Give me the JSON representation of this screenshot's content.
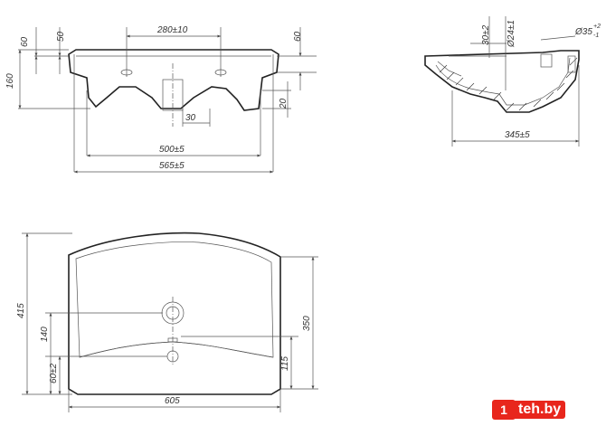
{
  "front_view": {
    "dims": {
      "depth_60_left": "60",
      "depth_50": "50",
      "holes_spacing": "280±10",
      "depth_60_right": "60",
      "height_160": "160",
      "offset_20": "20",
      "drain_30": "30",
      "inner_width": "500±5",
      "overall_width": "565±5"
    }
  },
  "side_view": {
    "dims": {
      "d30": "30±2",
      "d24": "Ø24±1",
      "d35": "Ø35",
      "d35_tol_plus": "+2",
      "d35_tol_minus": "-1",
      "depth_345": "345±5"
    }
  },
  "top_view": {
    "dims": {
      "length_415": "415",
      "length_350": "350",
      "d140": "140",
      "d60": "60±2",
      "d115": "115",
      "width_605": "605"
    }
  },
  "watermark": {
    "badge": "1",
    "text": "teh.by"
  }
}
